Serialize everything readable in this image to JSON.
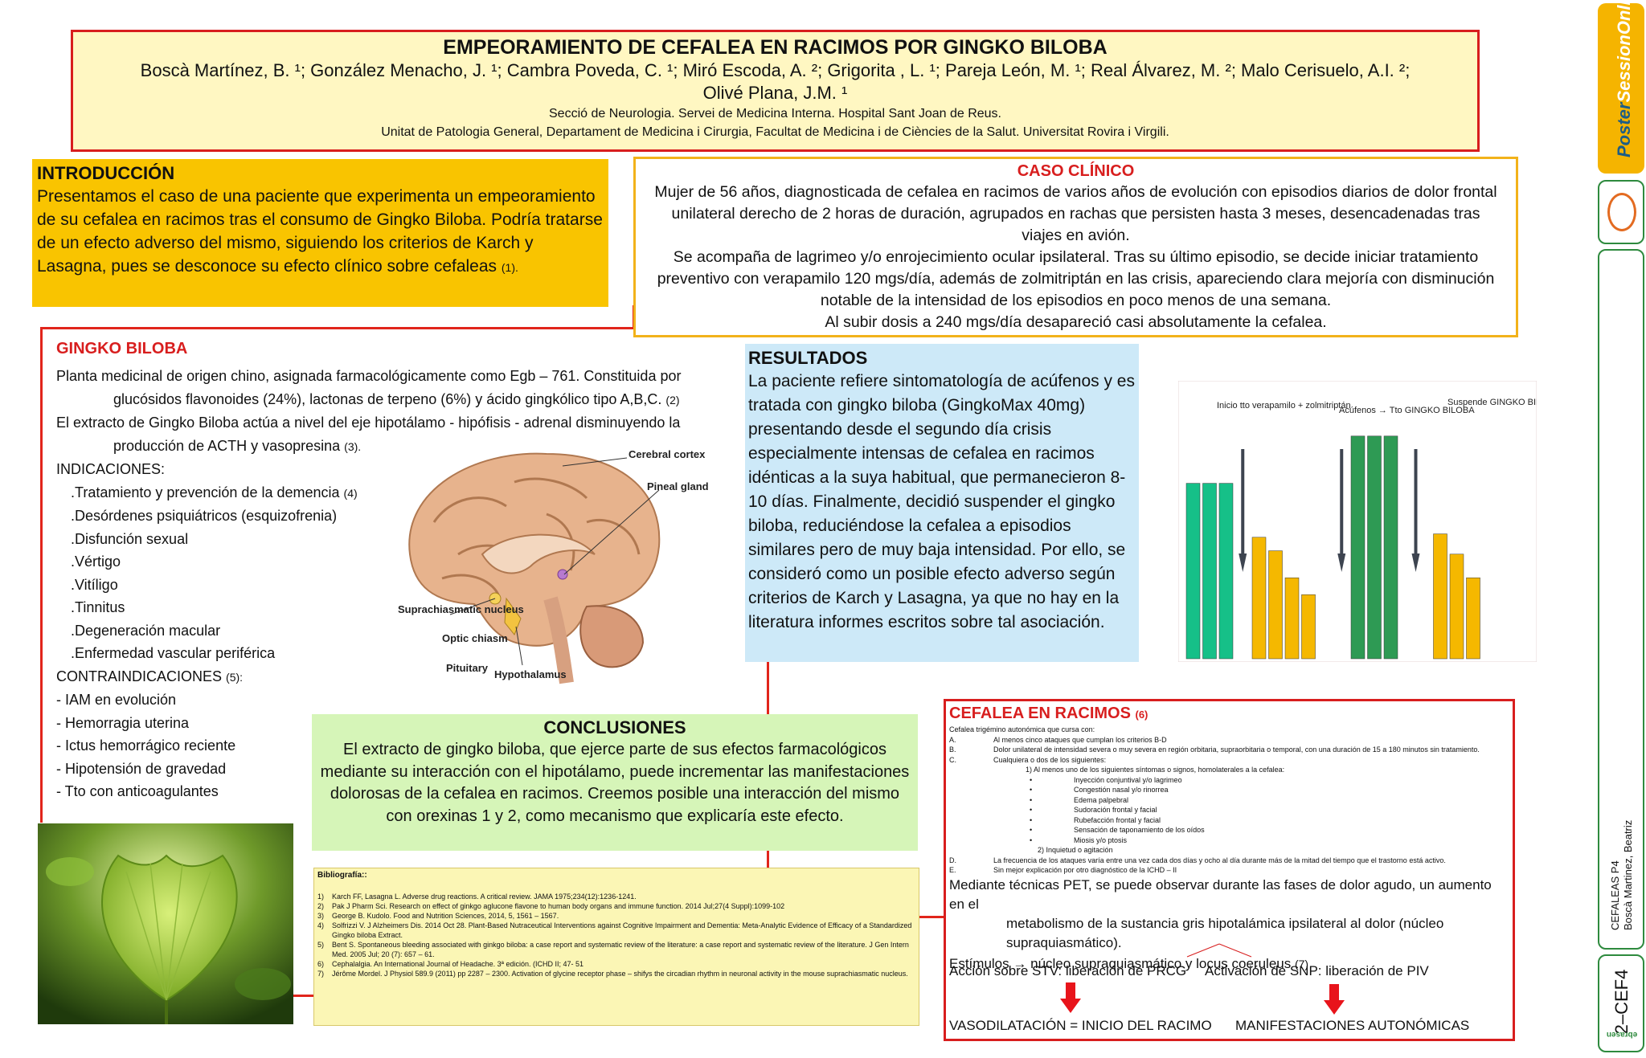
{
  "title": "EMPEORAMIENTO DE CEFALEA EN RACIMOS POR GINGKO BILOBA",
  "authors": "Boscà Martínez, B. ¹; González Menacho, J. ¹; Cambra Poveda, C. ¹; Miró Escoda, A. ²; Grigorita , L. ¹; Pareja León, M. ¹; Real Álvarez, M. ²; Malo Cerisuelo, A.I. ²; Olivé Plana, J.M. ¹",
  "affiliation1": "Secció de Neurologia. Servei de Medicina Interna.  Hospital Sant Joan de Reus.",
  "affiliation2": "Unitat de Patologia General, Departament de Medicina i Cirurgia, Facultat de Medicina i de Ciències de la Salut.  Universitat Rovira i Virgili.",
  "intro": {
    "heading": "INTRODUCCIÓN",
    "text": "Presentamos el caso de una paciente que experimenta un empeoramiento de su cefalea en racimos tras el consumo de Gingko Biloba.  Podría tratarse de un efecto adverso del mismo, siguiendo los criterios de Karch y Lasagna, pues se desconoce su efecto clínico sobre cefaleas",
    "ref": "(1)."
  },
  "caso": {
    "heading": "CASO CLÍNICO",
    "p1": "Mujer de 56 años, diagnosticada de cefalea en racimos de varios años de evolución con episodios diarios de dolor frontal unilateral derecho de 2 horas de duración, agrupados en rachas que persisten hasta 3 meses, desencadenadas tras viajes en avión.",
    "p2": "Se acompaña de lagrimeo y/o enrojecimiento ocular ipsilateral. Tras su último episodio, se decide iniciar tratamiento preventivo con verapamilo 120 mgs/día, además de zolmitriptán en las crisis, apareciendo clara mejoría  con disminución notable de la intensidad de los episodios en poco menos de una semana.",
    "p3": "Al subir dosis a 240 mgs/día desapareció casi absolutamente la cefalea."
  },
  "ginkgo": {
    "heading": "GINGKO BILOBA",
    "p1a": "Planta medicinal de origen chino, asignada farmacológicamente como Egb – 761. Constituida por",
    "p1b": "glucósidos flavonoides (24%), lactonas de terpeno (6%) y ácido gingkólico tipo A,B,C.",
    "p1ref": "(2)",
    "p2a": "El extracto de Gingko Biloba actúa a nivel del eje  hipotálamo - hipófisis - adrenal disminuyendo la",
    "p2b": "producción de ACTH y vasopresina",
    "p2ref": "(3).",
    "ind_heading": "INDICACIONES:",
    "indicaciones": [
      ".Tratamiento y prevención de la demencia",
      ".Desórdenes psiquiátricos (esquizofrenia)",
      ".Disfunción sexual",
      ".Vértigo",
      ".Vitíligo",
      ".Tinnitus",
      ".Degeneración macular",
      ".Enfermedad vascular periférica"
    ],
    "ind_ref": "(4)",
    "contra_heading": "CONTRAINDICACIONES",
    "contra_ref": "(5):",
    "contraindicaciones": [
      "- IAM en evolución",
      "- Hemorragia uterina",
      "- Ictus hemorrágico reciente",
      "- Hipotensión de gravedad",
      "- Tto con anticoagulantes"
    ]
  },
  "brain_labels": {
    "cortex": "Cerebral cortex",
    "pineal": "Pineal gland",
    "scn": "Suprachiasmatic nucleus",
    "optic": "Optic chiasm",
    "pituitary": "Pituitary",
    "hypo": "Hypothalamus"
  },
  "resultados": {
    "heading": "RESULTADOS",
    "text": "La paciente refiere sintomatología de acúfenos y es tratada con gingko biloba (GingkoMax 40mg) presentando desde el segundo día crisis especialmente intensas de cefalea  en racimos idénticas a la suya habitual,  que permanecieron 8-10 días.  Finalmente, decidió suspender el gingko biloba, reduciéndose la cefalea a episodios similares pero de muy baja intensidad. Por ello, se consideró como un posible efecto adverso según criterios de Karch y Lasagna, ya que no hay en la literatura informes escritos sobre tal asociación."
  },
  "chart_data": {
    "type": "bar",
    "title": "",
    "xlabel": "",
    "ylabel": "",
    "annotations": [
      "Inicio tto verapamilo + zolmitriptán",
      "Acúfenos → Tto GINGKO BILOBA",
      "Suspende GINGKO BILOBA"
    ],
    "values": [
      0.52,
      0.52,
      0.52,
      null,
      0.36,
      0.32,
      0.24,
      0.19,
      null,
      null,
      0.66,
      0.66,
      0.66,
      null,
      null,
      0.37,
      0.31,
      0.24
    ],
    "colors": [
      "#16c088",
      "#16c088",
      "#16c088",
      null,
      "#f5b800",
      "#f5b800",
      "#f5b800",
      "#f5b800",
      null,
      null,
      "#2e9a54",
      "#2e9a54",
      "#2e9a54",
      null,
      null,
      "#f5b800",
      "#f5b800",
      "#f5b800"
    ],
    "arrow_positions": [
      3.5,
      9.5,
      14
    ]
  },
  "conclusiones": {
    "heading": "CONCLUSIONES",
    "text": "El extracto de gingko biloba, que ejerce parte de sus efectos farmacológicos mediante su interacción con el hipotálamo, puede incrementar las manifestaciones dolorosas de la cefalea en racimos. Creemos posible una interacción del mismo con orexinas 1 y 2, como mecanismo que explicaría este efecto."
  },
  "bibliografia": {
    "heading": "Bibliografía::",
    "items": [
      {
        "n": "1)",
        "t": "Karch FF, Lasagna L. Adverse drug reactions. A critical review. JAMA 1975;234(12):1236-1241."
      },
      {
        "n": "2)",
        "t": "Pak J Pharm  Sci. Research on effect of ginkgo aglucone flavone to human body organs and immune function. 2014 Jul;27(4 Suppl):1099-102"
      },
      {
        "n": "3)",
        "t": "George B. Kudolo. Food and Nutrition Sciences, 2014, 5, 1561 – 1567."
      },
      {
        "n": "4)",
        "t": " Solfrizzi V. J Alzheimers Dis. 2014 Oct 28. Plant-Based Nutraceutical Interventions against Cognitive Impairment and Dementia: Meta-Analytic Evidence of Efficacy of a Standardized Gingko biloba Extract."
      },
      {
        "n": "5)",
        "t": "Bent S. Spontaneous bleeding associated with ginkgo biloba: a case report and systematic review of the literature: a case report and systematic review of the literature. J Gen Intern Med.  2005 Jul; 20 (7): 657 – 61."
      },
      {
        "n": "6)",
        "t": "Cephalalgia. An International Journal of Headache.  3ª edición.  (ICHD II; 47- 51"
      },
      {
        "n": "7)",
        "t": "Jérôme Mordel. J Physiol 589.9 (2011) pp 2287 – 2300. Activation of glycine receptor phase – shifys the circadian rhythm in neuronal activity in the mouse suprachiasmatic nucleus."
      }
    ]
  },
  "cefalea": {
    "heading": "CEFALEA EN RACIMOS",
    "ref": "(6)",
    "intro": "Cefalea trigémino autonómica que cursa con:",
    "criteria": [
      {
        "k": "A.",
        "t": "Al menos cinco ataques que cumplan los criterios B-D"
      },
      {
        "k": "B.",
        "t": "Dolor unilateral de intensidad severa o muy severa en región orbitaria, supraorbitaria o temporal, con una duración de 15 a 180 minutos sin tratamiento."
      },
      {
        "k": "C.",
        "t": "Cualquiera o dos de los siguientes:"
      }
    ],
    "c1": "1) Al menos uno de los siguientes síntomas o signos, homolaterales a la cefalea:",
    "signs": [
      "Inyección conjuntival y/o lagrimeo",
      "Congestión nasal y/o rinorrea",
      "Edema palpebral",
      "Sudoración frontal y facial",
      "Rubefacción frontal y facial",
      "Sensación de taponamiento de los oídos",
      "Miosis y/o ptosis"
    ],
    "c2": "2) Inquietud o agitación",
    "criteria2": [
      {
        "k": "D.",
        "t": "La frecuencia de los ataques varía entre una vez cada dos días y ocho al día durante más de la mitad del tiempo que el trastorno está activo."
      },
      {
        "k": "E.",
        "t": "Sin mejor explicación por otro diagnóstico de la ICHD – II"
      }
    ],
    "pet_a": "Mediante técnicas PET, se puede observar  durante las fases de dolor agudo, un aumento en el",
    "pet_b": "metabolismo de la sustancia gris hipotalámica ipsilateral al dolor (núcleo supraquiasmático).",
    "estimulos": "Estímulos",
    "estimulos_b": "núcleo supraquiasmático y locus coeruleus",
    "estimulos_ref": "(7)",
    "accion": "Acción sobre STV: liberación de PRCG",
    "activacion": "Activación de SNP: liberación de PIV",
    "vaso": "VASODILATACIÓN = INICIO DEL RACIMO",
    "manif": "MANIFESTACIONES AUTONÓMICAS"
  },
  "sidebar": {
    "brand1": "Poster",
    "brand2": "SessionOnline",
    "category": "CEFALEAS P4",
    "author": "Boscà Martinez, Beatriz",
    "code": "2–CEF4",
    "footer": "ebrasen"
  }
}
